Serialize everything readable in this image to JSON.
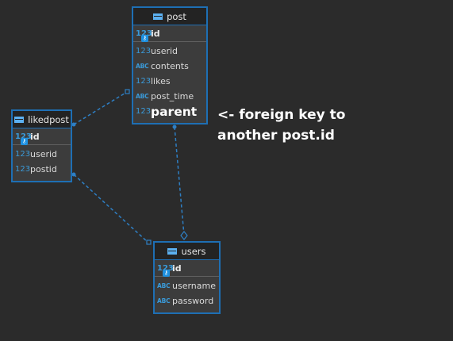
{
  "diagram": {
    "tables": {
      "post": {
        "name": "post",
        "pk": {
          "type": "123",
          "name": "id"
        },
        "columns": [
          {
            "type": "123",
            "name": "userid"
          },
          {
            "type": "ABC",
            "name": "contents"
          },
          {
            "type": "123",
            "name": "likes"
          },
          {
            "type": "ABC",
            "name": "post_time"
          },
          {
            "type": "123",
            "name": "parent"
          }
        ]
      },
      "likedpost": {
        "name": "likedpost",
        "pk": {
          "type": "123",
          "name": "id"
        },
        "columns": [
          {
            "type": "123",
            "name": "userid"
          },
          {
            "type": "123",
            "name": "postid"
          }
        ]
      },
      "users": {
        "name": "users",
        "pk": {
          "type": "123",
          "name": "id"
        },
        "columns": [
          {
            "type": "ABC",
            "name": "username"
          },
          {
            "type": "ABC",
            "name": "password"
          }
        ]
      }
    },
    "annotation": {
      "line1": "<- foreign key to",
      "line2": "another post.id"
    },
    "colors": {
      "background": "#2b2b2b",
      "table_border": "#1e6fb4",
      "connector": "#2e7fc4",
      "type_icon": "#3a9ad9"
    }
  }
}
